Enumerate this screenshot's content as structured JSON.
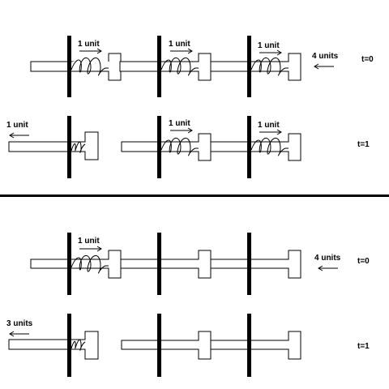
{
  "labels": {
    "unit1": "1 unit",
    "units3": "3 units",
    "units4": "4 units",
    "t0": "t=0",
    "t1": "t=1"
  },
  "colors": {
    "line": "#000000",
    "background": "#ffffff"
  }
}
